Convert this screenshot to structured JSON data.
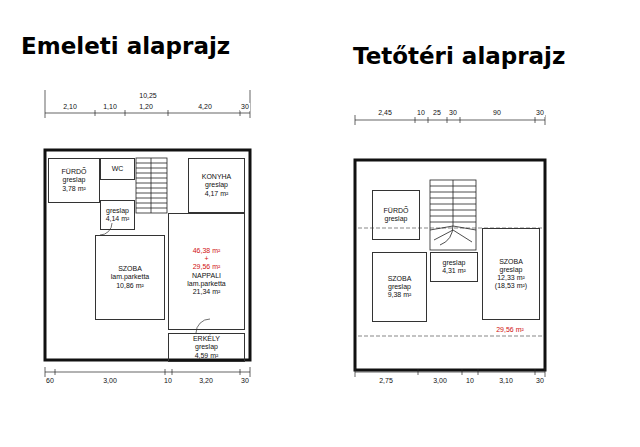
{
  "diagram": {
    "nodes": [
      {
        "text": [
          "FÜRDŐ",
          "greslap",
          "3,78 m²"
        ]
      },
      {
        "text": [
          "WC"
        ]
      },
      {
        "text": [
          "KONYHA",
          "greslap",
          "4,17 m²"
        ]
      },
      {
        "text": [
          "greslap",
          "4,14 m²"
        ]
      },
      {
        "text": [
          "46,38 m²",
          "+",
          "29,56 m²",
          "NAPPALI",
          "lam.parketta",
          "21,34 m²"
        ]
      },
      {
        "text": [
          "SZOBA",
          "lam.parketta",
          "10,86 m²"
        ]
      },
      {
        "text": [
          "ERKÉLY",
          "greslap",
          "4,59 m²"
        ]
      },
      {
        "text": [
          "FÜRDŐ",
          "greslap"
        ]
      },
      {
        "text": [
          "SZOBA",
          "greslap",
          "12,33 m²",
          "(18,53 m²)"
        ]
      },
      {
        "text": [
          "SZOBA",
          "greslap",
          "9,38 m²"
        ]
      },
      {
        "text": [
          "greslap",
          "4,31 m²"
        ]
      }
    ],
    "labels": [
      "Emeleti alaprajz",
      "Tetőtéri alaprajz",
      "10,25",
      "2,10",
      "1,10",
      "1,20",
      "4,20",
      "30",
      "60",
      "3,00",
      "10",
      "3,20",
      "30",
      "2,45",
      "10",
      "25",
      "30",
      "90",
      "30",
      "2,75",
      "3,00",
      "10",
      "3,10",
      "30",
      "29,56 m²"
    ]
  }
}
